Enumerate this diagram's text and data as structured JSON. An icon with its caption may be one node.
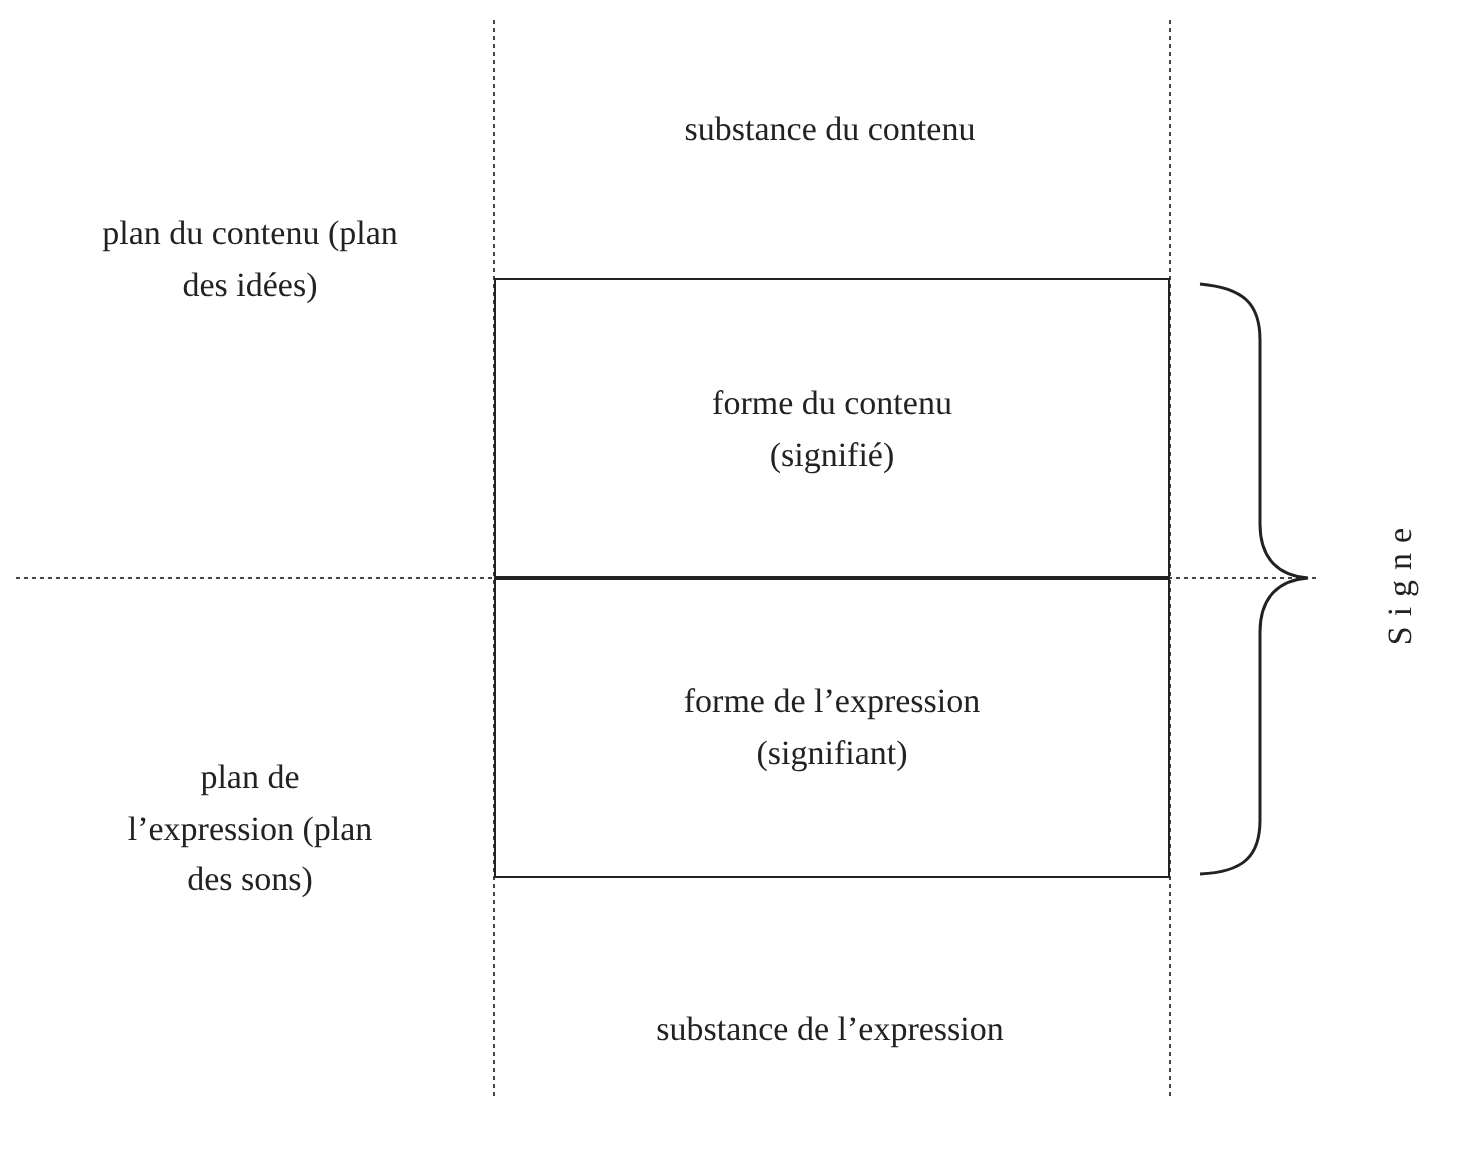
{
  "diagram": {
    "nodes": [
      {
        "text": [
          "forme du contenu (signifié)"
        ]
      },
      {
        "text": [
          "forme de l’expression (signifiant)"
        ]
      }
    ],
    "labels": [
      "substance du contenu",
      "plan du contenu (plan des idées)",
      "Signe",
      "plan de l’expression (plan des sons)",
      "substance de l’expression"
    ]
  }
}
